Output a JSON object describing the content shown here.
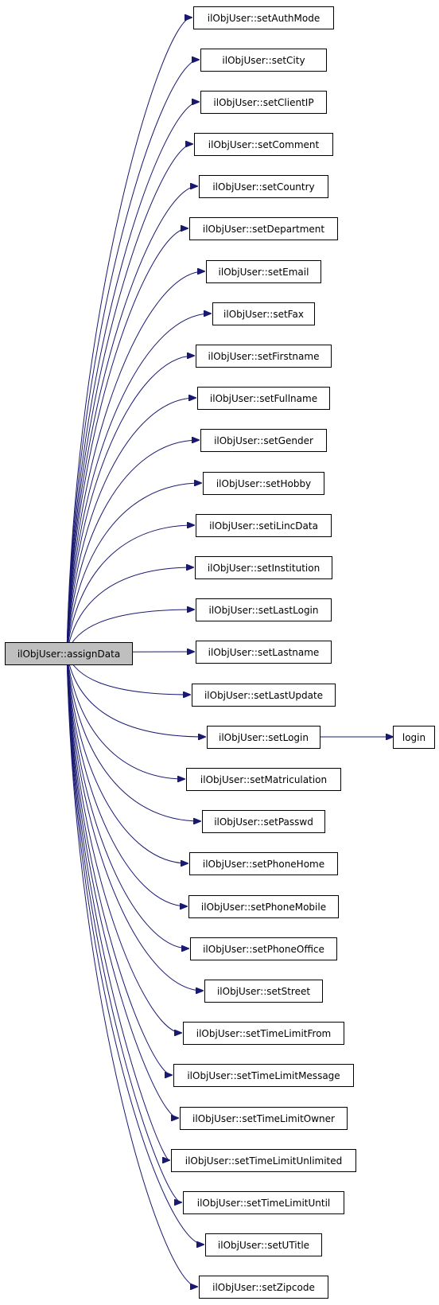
{
  "root": {
    "id": "assignData",
    "label": "ilObjUser::assignData"
  },
  "callees": [
    {
      "id": "setAuthMode",
      "label": "ilObjUser::setAuthMode"
    },
    {
      "id": "setCity",
      "label": "ilObjUser::setCity"
    },
    {
      "id": "setClientIP",
      "label": "ilObjUser::setClientIP"
    },
    {
      "id": "setComment",
      "label": "ilObjUser::setComment"
    },
    {
      "id": "setCountry",
      "label": "ilObjUser::setCountry"
    },
    {
      "id": "setDepartment",
      "label": "ilObjUser::setDepartment"
    },
    {
      "id": "setEmail",
      "label": "ilObjUser::setEmail"
    },
    {
      "id": "setFax",
      "label": "ilObjUser::setFax"
    },
    {
      "id": "setFirstname",
      "label": "ilObjUser::setFirstname"
    },
    {
      "id": "setFullname",
      "label": "ilObjUser::setFullname"
    },
    {
      "id": "setGender",
      "label": "ilObjUser::setGender"
    },
    {
      "id": "setHobby",
      "label": "ilObjUser::setHobby"
    },
    {
      "id": "setiLincData",
      "label": "ilObjUser::setiLincData"
    },
    {
      "id": "setInstitution",
      "label": "ilObjUser::setInstitution"
    },
    {
      "id": "setLastLogin",
      "label": "ilObjUser::setLastLogin"
    },
    {
      "id": "setLastname",
      "label": "ilObjUser::setLastname"
    },
    {
      "id": "setLastUpdate",
      "label": "ilObjUser::setLastUpdate"
    },
    {
      "id": "setLogin",
      "label": "ilObjUser::setLogin"
    },
    {
      "id": "setMatriculation",
      "label": "ilObjUser::setMatriculation"
    },
    {
      "id": "setPasswd",
      "label": "ilObjUser::setPasswd"
    },
    {
      "id": "setPhoneHome",
      "label": "ilObjUser::setPhoneHome"
    },
    {
      "id": "setPhoneMobile",
      "label": "ilObjUser::setPhoneMobile"
    },
    {
      "id": "setPhoneOffice",
      "label": "ilObjUser::setPhoneOffice"
    },
    {
      "id": "setStreet",
      "label": "ilObjUser::setStreet"
    },
    {
      "id": "setTimeLimitFrom",
      "label": "ilObjUser::setTimeLimitFrom"
    },
    {
      "id": "setTimeLimitMessage",
      "label": "ilObjUser::setTimeLimitMessage"
    },
    {
      "id": "setTimeLimitOwner",
      "label": "ilObjUser::setTimeLimitOwner"
    },
    {
      "id": "setTimeLimitUnlimited",
      "label": "ilObjUser::setTimeLimitUnlimited"
    },
    {
      "id": "setTimeLimitUntil",
      "label": "ilObjUser::setTimeLimitUntil"
    },
    {
      "id": "setUTitle",
      "label": "ilObjUser::setUTitle"
    },
    {
      "id": "setZipcode",
      "label": "ilObjUser::setZipcode"
    }
  ],
  "extra_nodes": [
    {
      "id": "login",
      "label": "login"
    }
  ],
  "edges": [
    {
      "from": "setLogin",
      "to": "login"
    }
  ],
  "colors": {
    "edge": "#191970",
    "root_fill": "#bfbfbf",
    "node_fill": "#ffffff",
    "border": "#000000"
  }
}
